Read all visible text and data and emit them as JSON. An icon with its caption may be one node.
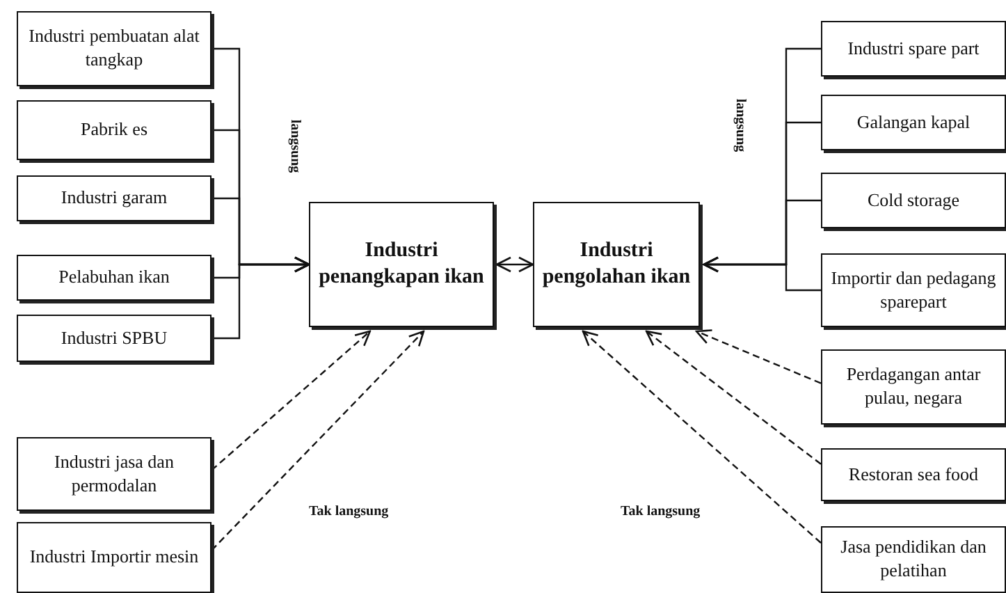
{
  "diagram": {
    "nodes": [
      {
        "text": [
          "Industri pembuatan alat tangkap"
        ]
      },
      {
        "text": [
          "Pabrik es"
        ]
      },
      {
        "text": [
          "Industri garam"
        ]
      },
      {
        "text": [
          "Pelabuhan ikan"
        ]
      },
      {
        "text": [
          "Industri SPBU"
        ]
      },
      {
        "text": [
          "Industri penangkapan ikan"
        ]
      },
      {
        "text": [
          "Industri pengolahan ikan"
        ]
      },
      {
        "text": [
          "Industri  spare part"
        ]
      },
      {
        "text": [
          "Galangan kapal"
        ]
      },
      {
        "text": [
          "Cold storage"
        ]
      },
      {
        "text": [
          "Importir dan pedagang sparepart"
        ]
      },
      {
        "text": [
          "Industri jasa dan permodalan"
        ]
      },
      {
        "text": [
          "Industri Importir mesin"
        ]
      },
      {
        "text": [
          "Perdagangan antar pulau, negara"
        ]
      },
      {
        "text": [
          "Restoran sea food"
        ]
      },
      {
        "text": [
          "Jasa pendidikan dan pelatihan"
        ]
      }
    ],
    "edges": [
      {
        "from": 0,
        "to": 5,
        "arrow": "to"
      },
      {
        "from": 1,
        "to": 5,
        "arrow": "to"
      },
      {
        "from": 2,
        "to": 5,
        "arrow": "to"
      },
      {
        "from": 3,
        "to": 5,
        "arrow": "to"
      },
      {
        "from": 4,
        "to": 5,
        "arrow": "to"
      },
      {
        "from": 5,
        "to": 6,
        "arrow": "both"
      },
      {
        "from": 7,
        "to": 6,
        "arrow": "to"
      },
      {
        "from": 8,
        "to": 6,
        "arrow": "to"
      },
      {
        "from": 9,
        "to": 6,
        "arrow": "to"
      },
      {
        "from": 10,
        "to": 6,
        "arrow": "to"
      },
      {
        "from": 11,
        "to": 5,
        "arrow": "to",
        "style": "dashed"
      },
      {
        "from": 12,
        "to": 5,
        "arrow": "to",
        "style": "dashed"
      },
      {
        "from": 13,
        "to": 6,
        "arrow": "to",
        "style": "dashed"
      },
      {
        "from": 14,
        "to": 6,
        "arrow": "to",
        "style": "dashed"
      },
      {
        "from": 15,
        "to": 6,
        "arrow": "to",
        "style": "dashed"
      }
    ],
    "labels": [
      "langsung",
      "langsung",
      "Tak langsung",
      "Tak langsung"
    ]
  }
}
